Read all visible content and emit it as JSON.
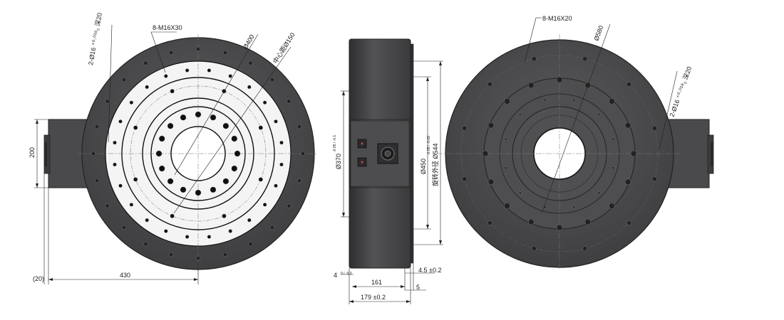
{
  "views": {
    "front": {
      "bolt_label": "8-M16X30",
      "pin_label": "2-Ø16 ⁺⁰·⁰¹⁸₀ 深20",
      "dia_label": "Ø400",
      "bolt_circle_label": "中心距Ø150",
      "height_label": "200",
      "width_label": "430",
      "offset_label": "(20)"
    },
    "side": {
      "dia_370_label": "Ø370",
      "dia_370_tol": "-0.05 / -0.1",
      "dia_450_label": "Ø450",
      "dia_450_tol": "-0.05 / -0.09",
      "dia_544_label": "旋转外径 Ø544",
      "left_gap_label": "4",
      "left_gap_tol": "0 / -0.3",
      "right_gap_label": "4.5 ±0.2",
      "flange_label": "5",
      "body_label": "161",
      "total_label": "179 ±0.2"
    },
    "rear": {
      "bolt_label": "8-M16X20",
      "dia_label": "Ø580",
      "pin_label": "2-Ø16 ⁺⁰·⁰¹⁸₀ 深20"
    }
  },
  "colors": {
    "body": "#4b4b4d",
    "face": "#f4f4f4",
    "hole": "#141414",
    "outline": "#111111"
  }
}
